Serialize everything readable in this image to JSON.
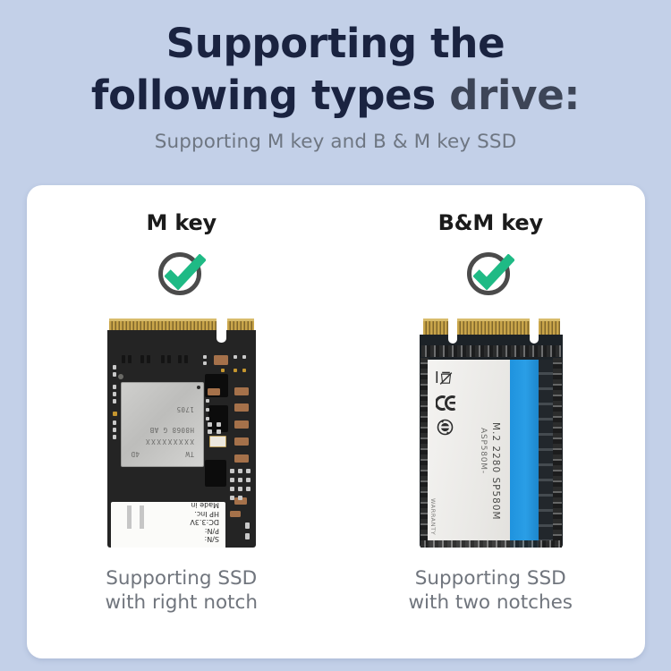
{
  "header": {
    "title_line1": "Supporting the",
    "title_line2_a": "following types ",
    "title_line2_b": "drive:",
    "subtitle": "Supporting M key and B & M key SSD",
    "title_color": "#1a2340",
    "subtitle_color": "#6e7682",
    "background_color": "#c3d0e8"
  },
  "card": {
    "background_color": "#ffffff",
    "columns": [
      {
        "key_label": "M key",
        "check_icon": "check-circle-icon",
        "check_color": "#1fba85",
        "ring_color": "#4b4b4b",
        "drive_type": "m-key-ssd",
        "caption_line1": "Supporting SSD",
        "caption_line2": "with right notch",
        "drive": {
          "pcb_color": "#242424",
          "notch_count": 1,
          "notch_position": "right",
          "nand": {
            "line_tw": "TW",
            "line_d": "4D",
            "line_x": "XXXXXXXXX",
            "line_part": "H8068 G AB",
            "line_date": "1705"
          },
          "sticker": {
            "line1": "S/N:",
            "line2": "P/N:",
            "line3": "DC:3.3V",
            "line4": "HP Inc.",
            "line5": "Made in"
          }
        }
      },
      {
        "key_label": "B&M key",
        "check_icon": "check-circle-icon",
        "check_color": "#1fba85",
        "ring_color": "#4b4b4b",
        "drive_type": "bm-key-ssd",
        "caption_line1": "Supporting SSD",
        "caption_line2": "with two notches",
        "drive": {
          "pcb_color": "#1c2227",
          "notch_count": 2,
          "notch_position": "both",
          "label": {
            "model": "M.2 2280 SP580M",
            "sub": "ASP580M-",
            "warranty": "WARRANTY",
            "stripe_color": "#2196dd",
            "symbols": [
              "weee-crossed-bin-icon",
              "ce-mark-icon",
              "recycle-rohs-icon"
            ]
          }
        }
      }
    ]
  }
}
